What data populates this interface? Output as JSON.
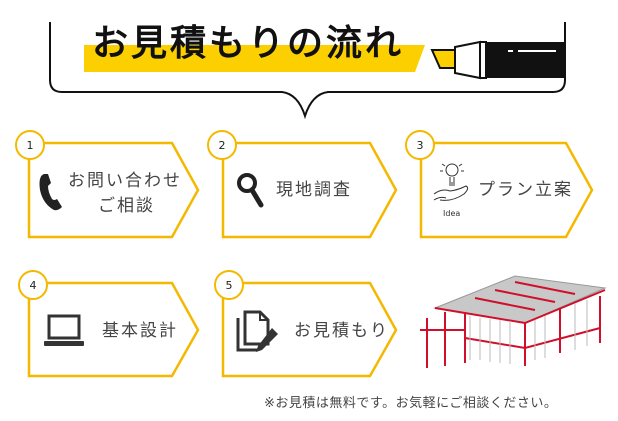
{
  "header": {
    "title": "お見積もりの流れ"
  },
  "steps": [
    {
      "number": "1",
      "icon": "phone-icon",
      "label_line1": "お問い合わせ",
      "label_line2": "ご相談"
    },
    {
      "number": "2",
      "icon": "magnifier-icon",
      "label": "現地調査"
    },
    {
      "number": "3",
      "icon": "idea-bulb-hand-icon",
      "icon_caption": "Idea",
      "label": "プラン立案"
    },
    {
      "number": "4",
      "icon": "laptop-icon",
      "label": "基本設計"
    },
    {
      "number": "5",
      "icon": "documents-pen-icon",
      "label": "お見積もり"
    }
  ],
  "note": "※お見積は無料です。お気軽にご相談ください。",
  "colors": {
    "accent": "#f5b800",
    "highlight": "#fcd000",
    "frame": "#d0102a"
  }
}
